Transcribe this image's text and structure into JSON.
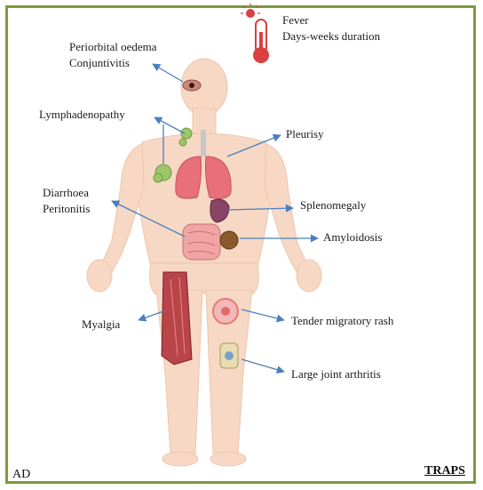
{
  "labels": {
    "fever": "Fever",
    "fever_duration": "Days-weeks duration",
    "periorbital": "Periorbital oedema",
    "conjunctivitis": "Conjuntivitis",
    "lymphadenopathy": "Lymphadenopathy",
    "pleurisy": "Pleurisy",
    "diarrhoea": "Diarrhoea",
    "peritonitis": "Peritonitis",
    "splenomegaly": "Splenomegaly",
    "amyloidosis": "Amyloidosis",
    "myalgia": "Myalgia",
    "rash": "Tender migratory rash",
    "arthritis": "Large joint arthritis"
  },
  "corner_left": "AD",
  "corner_right": "TRAPS",
  "colors": {
    "frame": "#7a9a3e",
    "skin": "#f6d8c4",
    "arrow": "#4a7fbf",
    "lung": "#e8707a",
    "thermometer": "#d94040"
  }
}
